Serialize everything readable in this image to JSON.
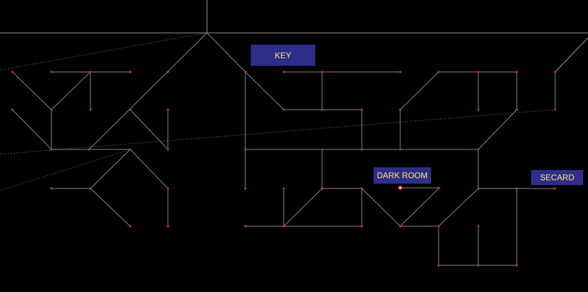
{
  "labels": {
    "key": "KEY",
    "dark_room": "DARK ROOM",
    "secard": "SECARD"
  },
  "colors": {
    "background": "#000000",
    "corridor": "#8a8a8a",
    "node": "#c0392b",
    "grid": "#9a9a9a",
    "label_bg": "#2e2e8a",
    "label_text": "#ffe97a",
    "player": "#ff3b3b"
  }
}
